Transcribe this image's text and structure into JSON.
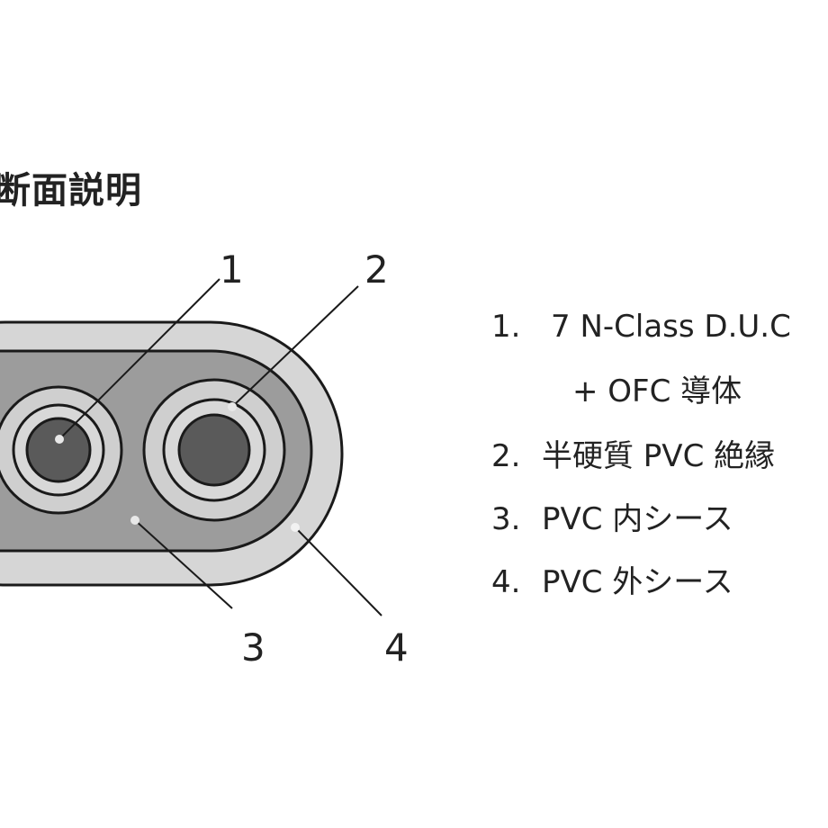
{
  "title": "断面説明",
  "callouts": [
    "1",
    "2",
    "3",
    "4"
  ],
  "legend": [
    {
      "num": "1.",
      "text": "7 N-Class D.U.C"
    },
    {
      "num": "",
      "text": "+  OFC 導体"
    },
    {
      "num": "2.",
      "text": "半硬質 PVC 絶縁"
    },
    {
      "num": "3.",
      "text": "PVC 内シース"
    },
    {
      "num": "4.",
      "text": "PVC 外シース"
    }
  ],
  "colors": {
    "outer_sheath": "#d6d6d6",
    "inner_sheath": "#9c9c9c",
    "insulation": "#cfcfcf",
    "conductor": "#5a5a5a",
    "outline": "#1a1a1a"
  }
}
